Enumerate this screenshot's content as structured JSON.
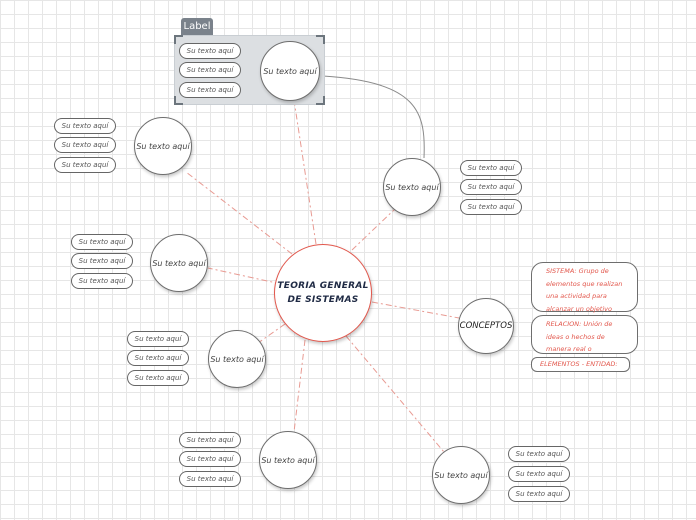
{
  "label_tab": "Label",
  "central": {
    "line1": "TEORIA GENERAL",
    "line2": "DE SISTEMAS"
  },
  "concepts": {
    "title": "CONCEPTOS",
    "items": [
      {
        "text": "SISTEMA: Grupo de elementos que realizan una actividad para alcanzar un objetivo"
      },
      {
        "text": "RELACION: Unión de ideas o hechos de manera real o imaginaria"
      },
      {
        "text": "ELEMENTOS - ENTIDAD:"
      }
    ]
  },
  "placeholder_text": "Su texto aquí",
  "colors": {
    "center_border": "#e2574c",
    "connector": "#e89a92",
    "concept_text": "#e2574c"
  }
}
